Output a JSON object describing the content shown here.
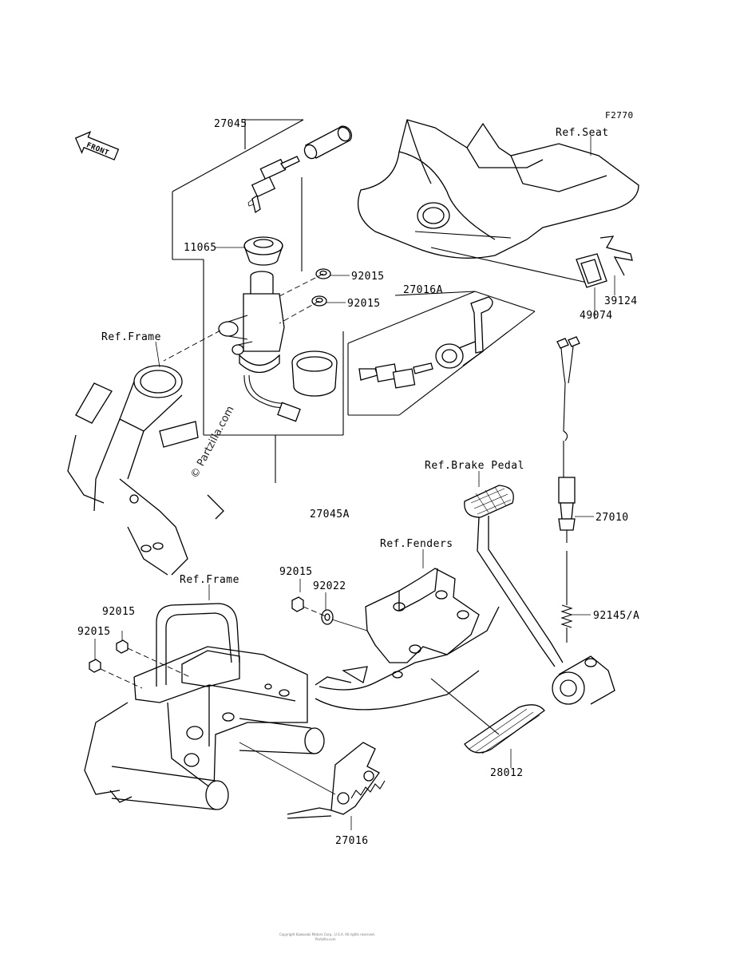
{
  "diagram_code": "F2770",
  "front_arrow_label": "FRONT",
  "watermark": "© Partzilla.com",
  "footer_lines": [
    "Copyright Kawasaki Motors Corp., U.S.A. All rights reserved.",
    "Partzilla.com"
  ],
  "labels": {
    "p27045": "27045",
    "p11065": "11065",
    "p92015_a": "92015",
    "p92015_b": "92015",
    "ref_frame_top": "Ref.Frame",
    "p27045A": "27045A",
    "p27016A": "27016A",
    "ref_seat": "Ref.Seat",
    "p39124": "39124",
    "p49074": "49074",
    "ref_brake_pedal": "Ref.Brake Pedal",
    "p27010": "27010",
    "ref_fenders": "Ref.Fenders",
    "p92015_c": "92015",
    "p92022": "92022",
    "ref_frame_bottom": "Ref.Frame",
    "p92015_d": "92015",
    "p92015_e": "92015",
    "p92145A": "92145/A",
    "p28012": "28012",
    "p27016": "27016"
  }
}
